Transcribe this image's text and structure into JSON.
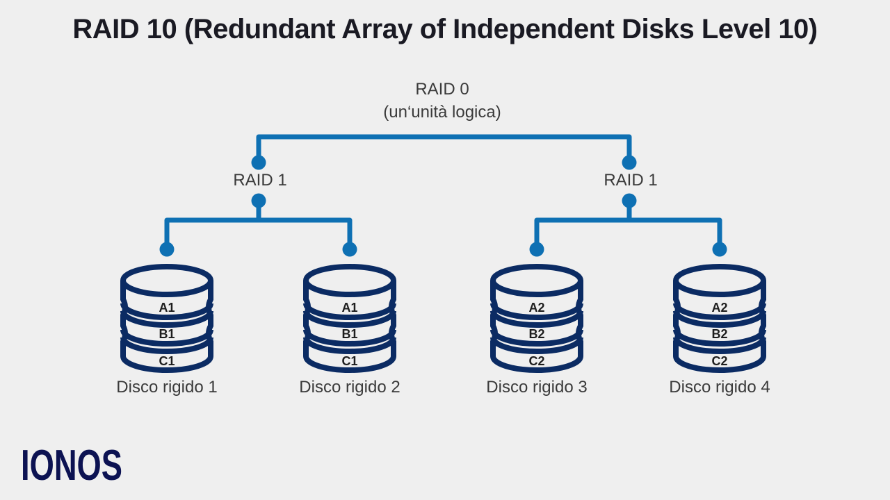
{
  "title": "RAID 10 (Redundant Array of Independent Disks Level 10)",
  "diagram": {
    "root": {
      "label": "RAID 0",
      "sublabel": "(un‘unità logica)"
    },
    "groups": [
      {
        "label": "RAID 1"
      },
      {
        "label": "RAID 1"
      }
    ],
    "disks": [
      {
        "name": "Disco rigido 1",
        "blocks": [
          "A1",
          "B1",
          "C1"
        ]
      },
      {
        "name": "Disco rigido 2",
        "blocks": [
          "A1",
          "B1",
          "C1"
        ]
      },
      {
        "name": "Disco rigido 3",
        "blocks": [
          "A2",
          "B2",
          "C2"
        ]
      },
      {
        "name": "Disco rigido 4",
        "blocks": [
          "A2",
          "B2",
          "C2"
        ]
      }
    ]
  },
  "branding": {
    "logo_text": "IONOS"
  },
  "colors": {
    "background": "#EFEFEF",
    "connector_blue": "#0E70B3",
    "disk_outline_navy": "#0B2B63",
    "block_label": "#1D1D1D",
    "title_text": "#1A1A23",
    "body_text": "#3A3A3A",
    "logo_navy": "#0C1252"
  }
}
